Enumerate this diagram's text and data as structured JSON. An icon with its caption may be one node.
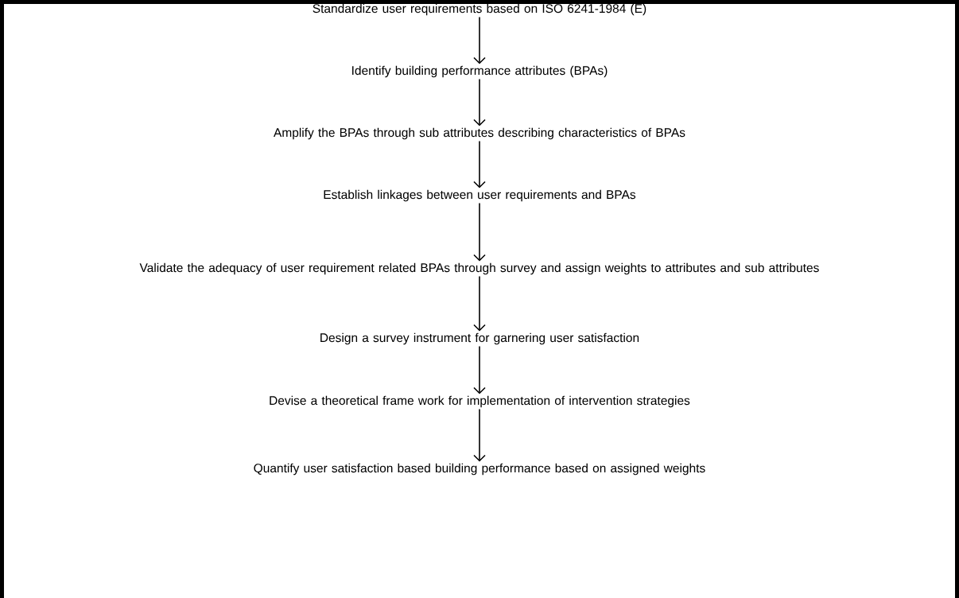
{
  "diagram": {
    "nodes": [
      {
        "text": [
          "Standardize user requirements based on ISO 6241-1984 (E)"
        ]
      },
      {
        "text": [
          "Identify building performance attributes (BPAs)"
        ]
      },
      {
        "text": [
          "Amplify the BPAs through sub attributes describing characteristics of BPAs"
        ]
      },
      {
        "text": [
          "Establish linkages between user requirements and BPAs"
        ]
      },
      {
        "text": [
          "Validate the adequacy of user requirement related BPAs through survey and assign weights to attributes and sub attributes"
        ]
      },
      {
        "text": [
          "Design a survey instrument for garnering user satisfaction"
        ]
      },
      {
        "text": [
          "Devise a theoretical frame work for implementation of intervention strategies"
        ]
      },
      {
        "text": [
          "Quantify user satisfaction based building performance based on assigned weights"
        ]
      }
    ],
    "edges": [
      {
        "from": 0,
        "to": 1,
        "arrow": "to"
      },
      {
        "from": 1,
        "to": 2,
        "arrow": "to"
      },
      {
        "from": 2,
        "to": 3,
        "arrow": "to"
      },
      {
        "from": 3,
        "to": 4,
        "arrow": "to"
      },
      {
        "from": 4,
        "to": 5,
        "arrow": "to"
      },
      {
        "from": 5,
        "to": 6,
        "arrow": "to"
      },
      {
        "from": 6,
        "to": 7,
        "arrow": "to"
      }
    ]
  }
}
